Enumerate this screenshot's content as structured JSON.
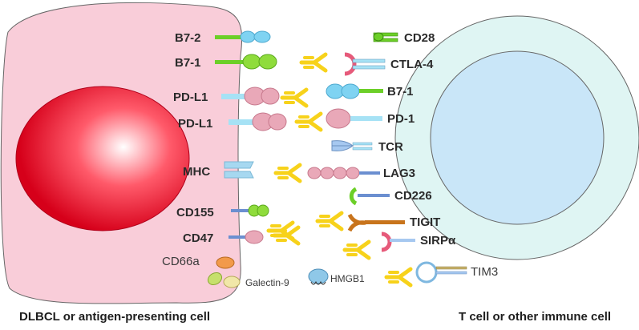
{
  "apc": {
    "caption": "DLBCL or antigen-presenting cell",
    "ligands": {
      "b7_2": "B7-2",
      "b7_1": "B7-1",
      "pdl1_a": "PD-L1",
      "pdl1_b": "PD-L1",
      "mhc": "MHC",
      "cd155": "CD155",
      "cd47": "CD47",
      "cd66a": "CD66a"
    },
    "secreted": {
      "galectin9": "Galectin-9",
      "hmgb1": "HMGB1"
    }
  },
  "tcell": {
    "caption": "T cell or other immune cell",
    "receptors": {
      "cd28": "CD28",
      "ctla4": "CTLA-4",
      "b7_1": "B7-1",
      "pd1": "PD-1",
      "tcr": "TCR",
      "lag3": "LAG3",
      "cd226": "CD226",
      "tigit": "TIGIT",
      "sirpa": "SIRPα",
      "tim3": "TIM3"
    }
  },
  "colors": {
    "apc_cell": "#f9cdd9",
    "nucleus": "#e8001e",
    "tcell": "#dff5f3",
    "tcell_nucleus": "#c9e6f8",
    "antibody": "#f7d21b",
    "ligand_green": "#8fdc3c",
    "receptor_pink": "#e9a8b8"
  }
}
